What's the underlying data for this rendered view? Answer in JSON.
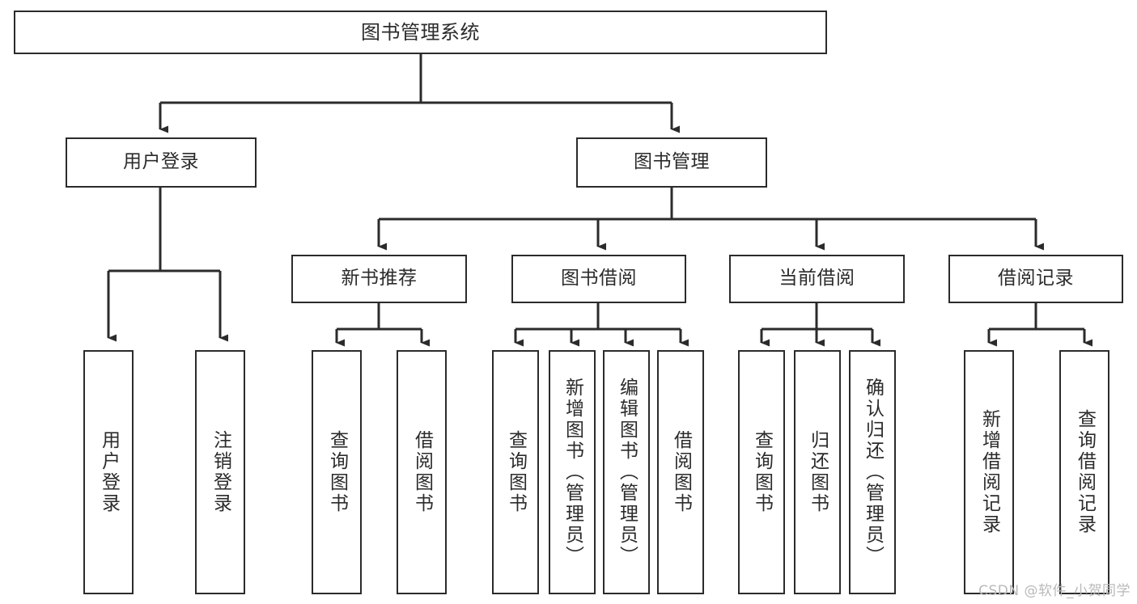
{
  "diagram": {
    "title": "图书管理系统",
    "type": "tree",
    "watermark": "CSDN @软件_小贺同学",
    "colors": {
      "stroke": "#2b2b2b",
      "fill": "#ffffff",
      "watermark": "#b9b9b9"
    },
    "root": {
      "label": "图书管理系统",
      "orientation": "horizontal"
    },
    "level2": [
      {
        "label": "用户登录",
        "orientation": "horizontal"
      },
      {
        "label": "图书管理",
        "orientation": "horizontal"
      }
    ],
    "level3": [
      {
        "label": "新书推荐",
        "orientation": "horizontal"
      },
      {
        "label": "图书借阅",
        "orientation": "horizontal"
      },
      {
        "label": "当前借阅",
        "orientation": "horizontal"
      },
      {
        "label": "借阅记录",
        "orientation": "horizontal"
      }
    ],
    "leaves": {
      "user_login": [
        {
          "label": "用户登录",
          "orientation": "vertical"
        },
        {
          "label": "注销登录",
          "orientation": "vertical"
        }
      ],
      "new_book_recommend": [
        {
          "label": "查询图书",
          "orientation": "vertical"
        },
        {
          "label": "借阅图书",
          "orientation": "vertical"
        }
      ],
      "book_borrow": [
        {
          "label": "查询图书",
          "orientation": "vertical"
        },
        {
          "label": "新增图书（管理员）",
          "orientation": "vertical"
        },
        {
          "label": "编辑图书（管理员）",
          "orientation": "vertical"
        },
        {
          "label": "借阅图书",
          "orientation": "vertical"
        }
      ],
      "current_borrow": [
        {
          "label": "查询图书",
          "orientation": "vertical"
        },
        {
          "label": "归还图书",
          "orientation": "vertical"
        },
        {
          "label": "确认归还（管理员）",
          "orientation": "vertical"
        }
      ],
      "borrow_record": [
        {
          "label": "新增借阅记录",
          "orientation": "vertical"
        },
        {
          "label": "查询借阅记录",
          "orientation": "vertical"
        }
      ]
    }
  }
}
